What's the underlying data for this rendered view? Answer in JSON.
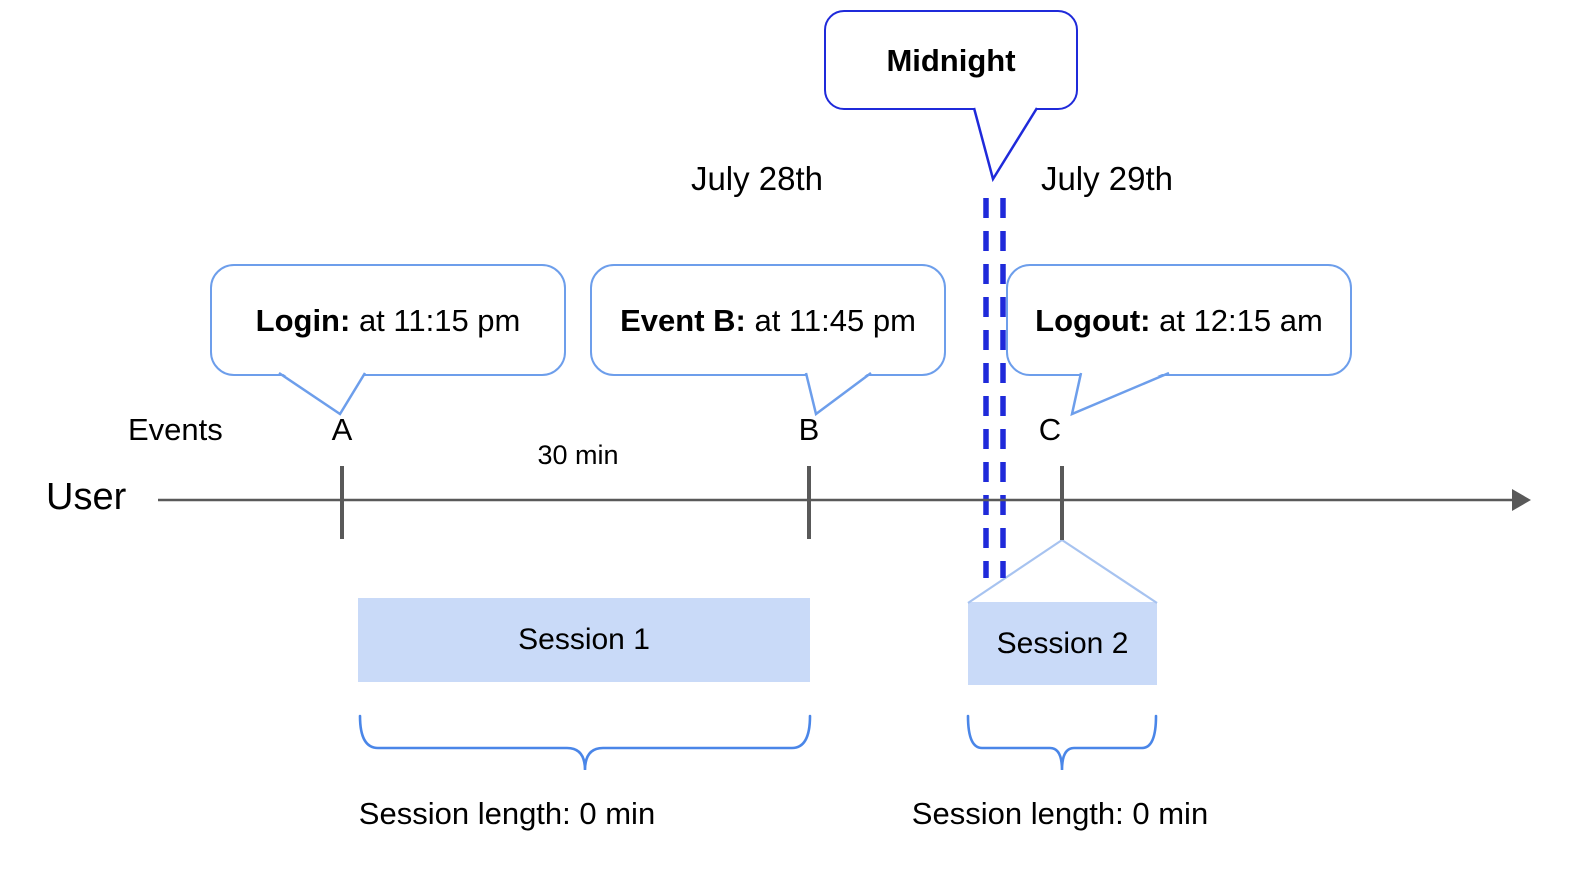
{
  "colors": {
    "accent_strong": "#1f2ada",
    "accent_light": "#6d9eeb",
    "brace": "#4a86e8",
    "connector": "#a7c3f0",
    "session_fill": "#c9daf8",
    "axis": "#595959",
    "text": "#000000"
  },
  "midnight": {
    "label": "Midnight"
  },
  "dates": {
    "left": "July 28th",
    "right": "July 29th"
  },
  "callouts": [
    {
      "label": "Login:",
      "time": " at 11:15 pm"
    },
    {
      "label": "Event B:",
      "time": " at 11:45 pm"
    },
    {
      "label": "Logout:",
      "time": " at 12:15 am"
    }
  ],
  "timeline": {
    "events_label": "Events",
    "user_label": "User",
    "interval_label": "30 min",
    "marks": [
      "A",
      "B",
      "C"
    ]
  },
  "sessions": [
    {
      "name": "Session 1",
      "length_label": "Session length: 0 min"
    },
    {
      "name": "Session 2",
      "length_label": "Session length: 0 min"
    }
  ]
}
